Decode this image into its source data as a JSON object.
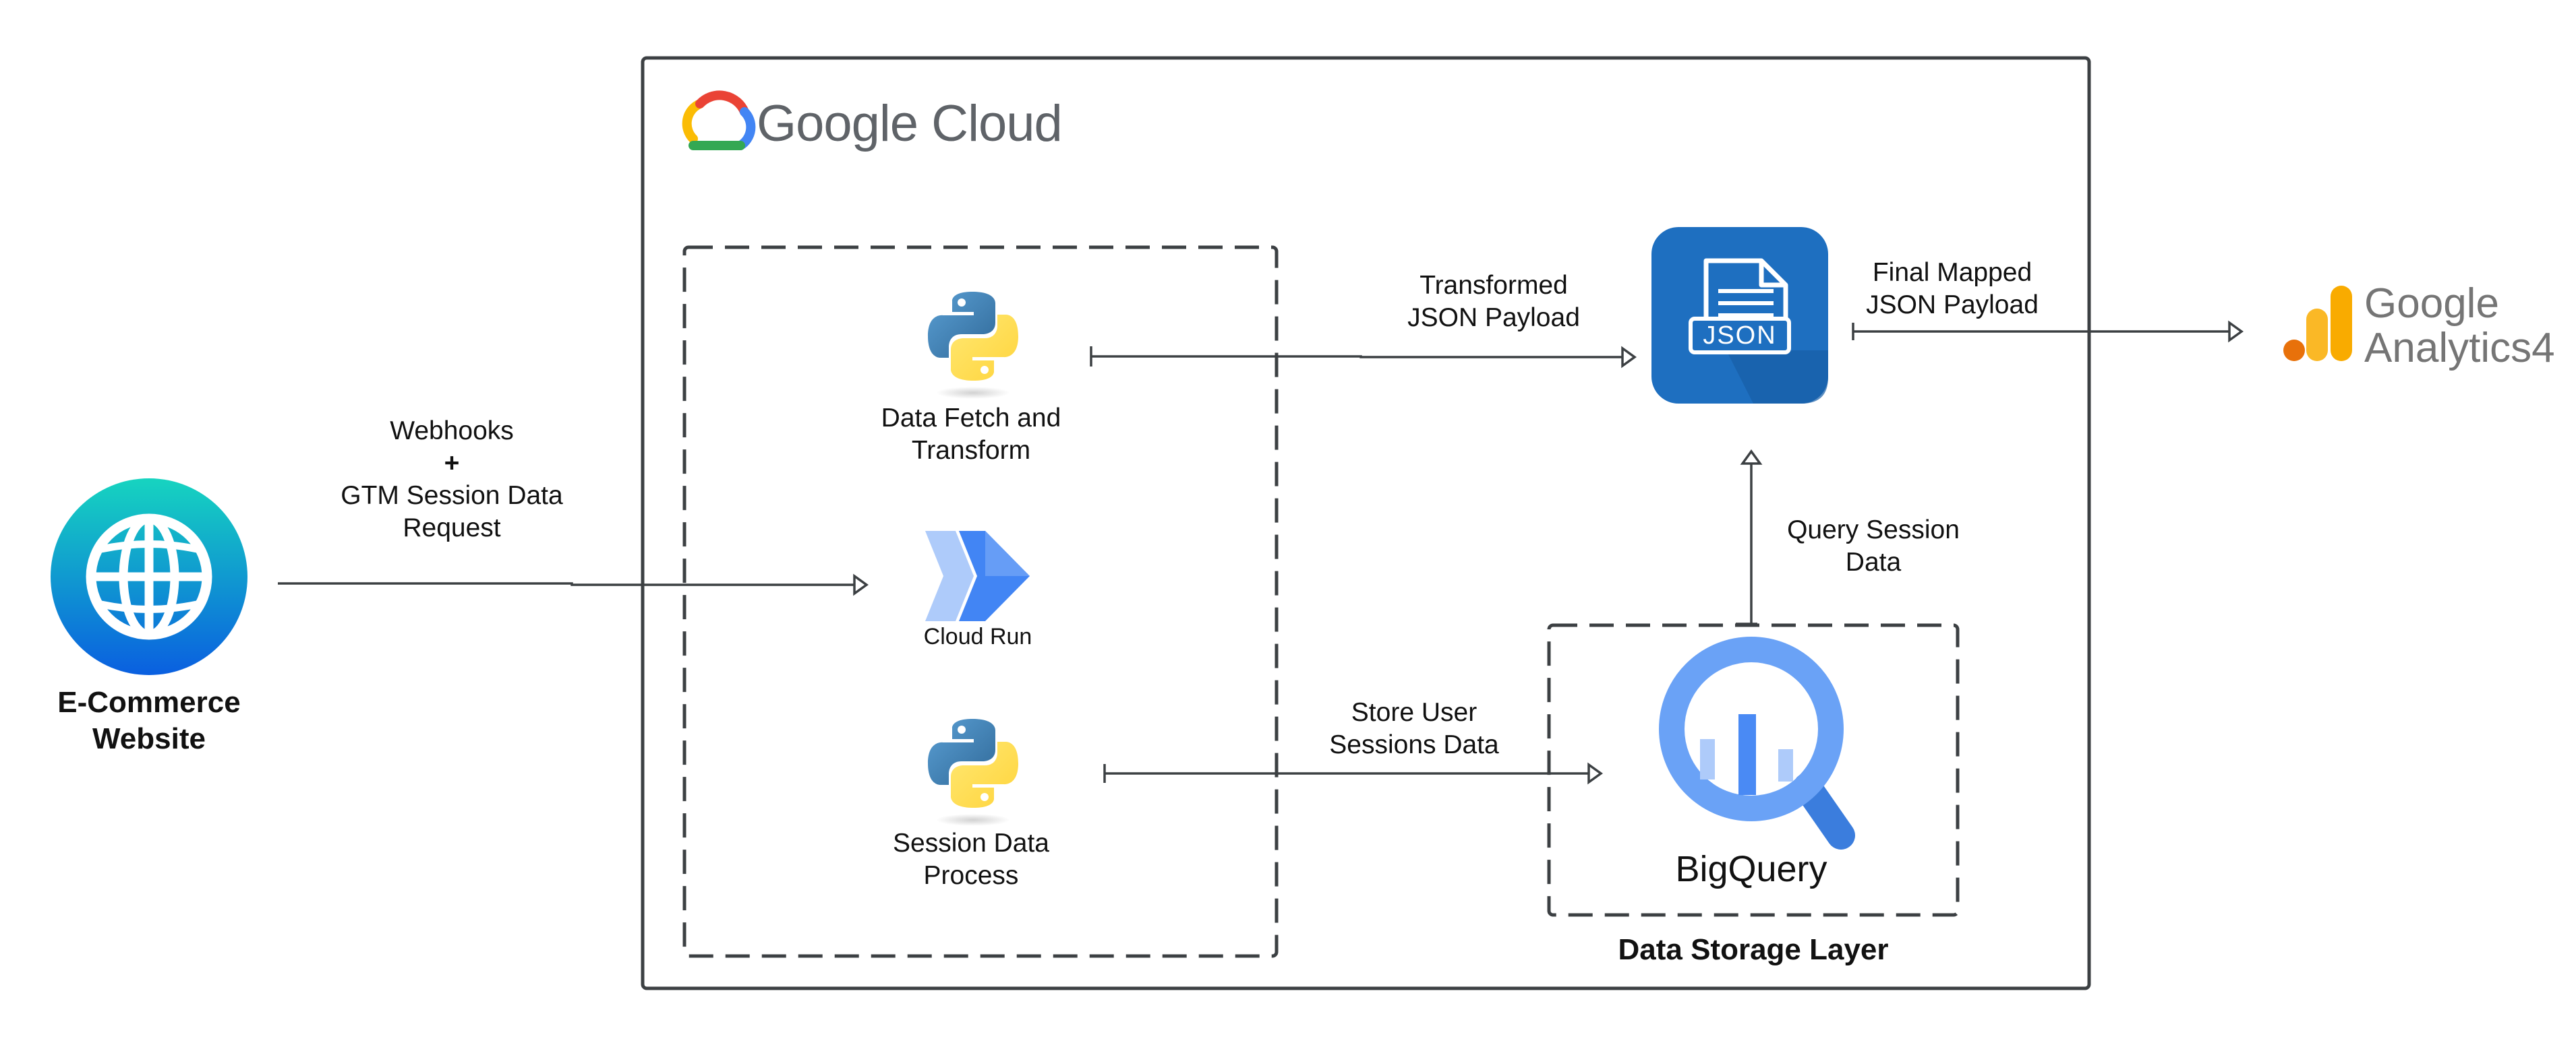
{
  "gcp": {
    "brand": "Google Cloud"
  },
  "website": {
    "line1": "E-Commerce",
    "line2": "Website"
  },
  "webhooks": {
    "line1": "Webhooks",
    "line2": "+",
    "line3": "GTM Session Data",
    "line4": "Request"
  },
  "fetch": {
    "line1": "Data Fetch and",
    "line2": "Transform"
  },
  "cloudrun": {
    "label": "Cloud Run"
  },
  "session": {
    "line1": "Session Data",
    "line2": "Process"
  },
  "transformed": {
    "line1": "Transformed",
    "line2": "JSON Payload"
  },
  "json_icon": {
    "text": "JSON"
  },
  "final": {
    "line1": "Final Mapped",
    "line2": "JSON Payload"
  },
  "ga4": {
    "line1": "Google",
    "line2": "Analytics",
    "num": "4"
  },
  "query": {
    "line1": "Query Session",
    "line2": "Data"
  },
  "store": {
    "line1": "Store User",
    "line2": "Sessions Data"
  },
  "bigquery": {
    "label": "BigQuery"
  },
  "storage": {
    "label": "Data Storage Layer"
  },
  "colors": {
    "line": "#3c4043",
    "json_blue": "#1e6fc0",
    "bq_blue": "#6aa2f6",
    "globe_teal": "#16d4c0",
    "globe_blue": "#0a63e0"
  }
}
